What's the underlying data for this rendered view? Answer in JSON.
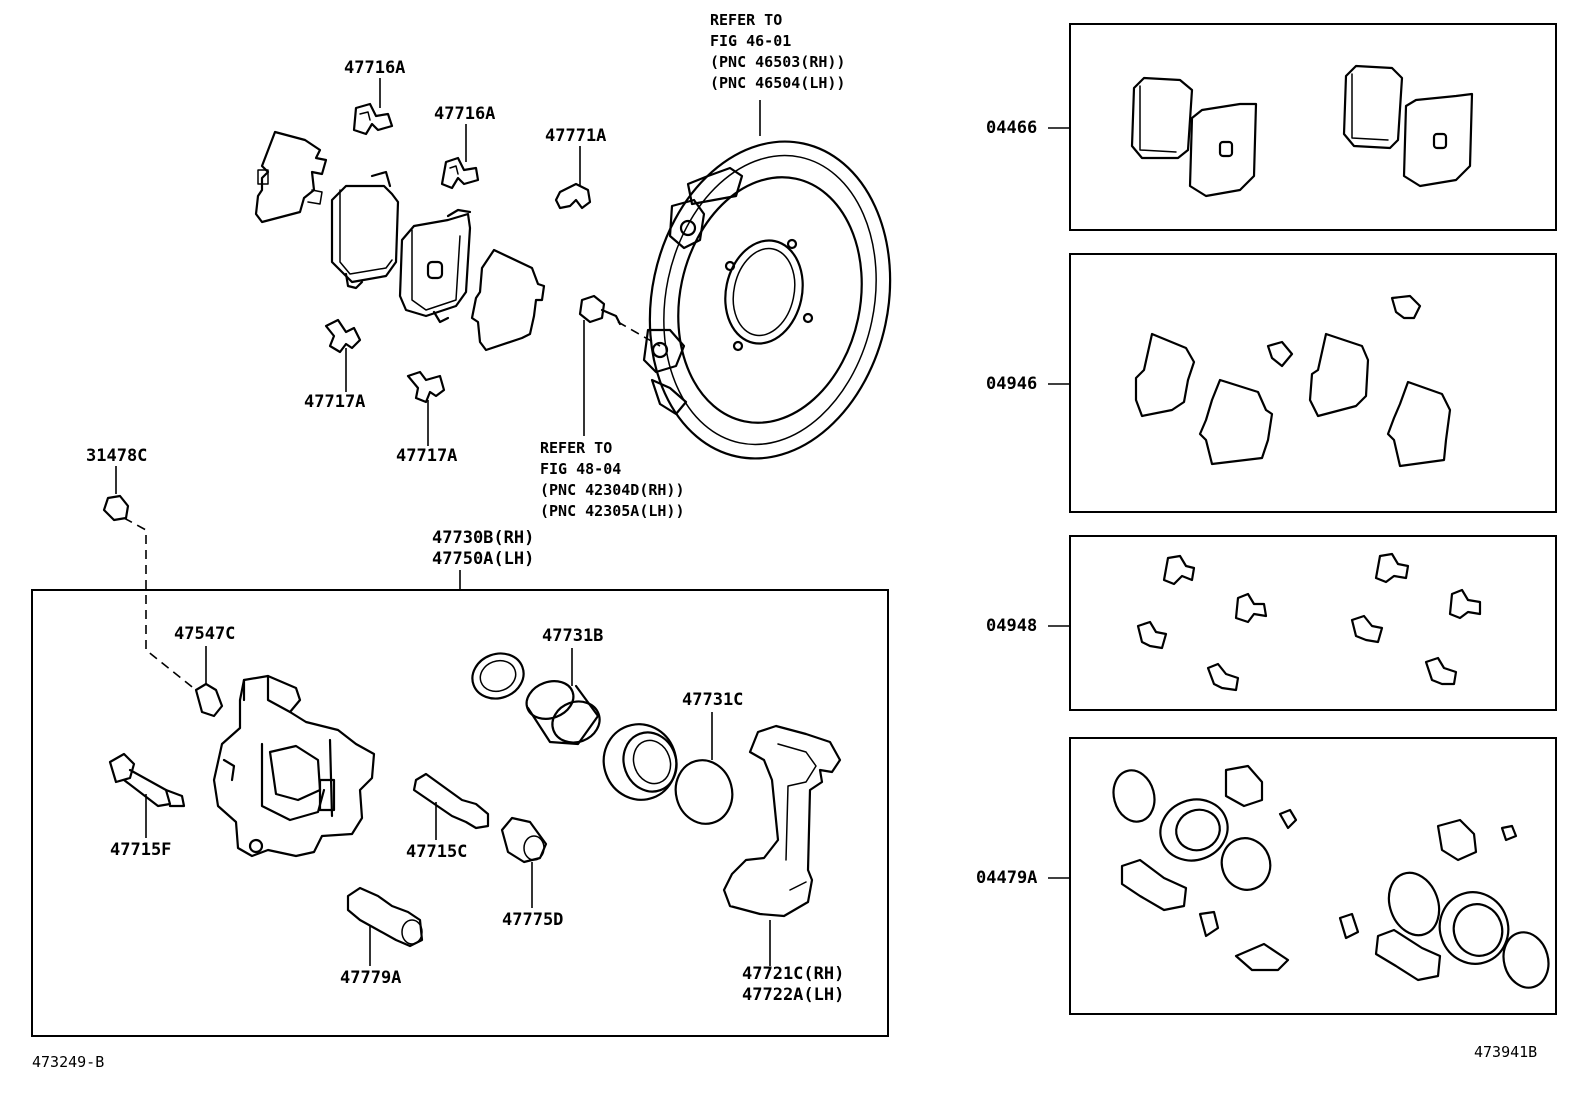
{
  "diagram": {
    "main_parts": {
      "p47716a_1": "47716A",
      "p47716a_2": "47716A",
      "p47771a": "47771A",
      "p47717a_1": "47717A",
      "p47717a_2": "47717A",
      "p31478c": "31478C",
      "backing_plate_ref": [
        "REFER TO",
        "FIG 46-01",
        "(PNC 46503(RH))",
        "(PNC 46504(LH))"
      ],
      "bolt_ref": [
        "REFER TO",
        "FIG 48-04",
        "(PNC 42304D(RH))",
        "(PNC 42305A(LH))"
      ],
      "caliper_assy": [
        "47730B(RH)",
        "47750A(LH)"
      ],
      "p47547c": "47547C",
      "p47731b": "47731B",
      "p47731c": "47731C",
      "p47715f": "47715F",
      "p47715c": "47715C",
      "p47775d": "47775D",
      "p47779a": "47779A",
      "mounting": [
        "47721C(RH)",
        "47722A(LH)"
      ]
    },
    "kits": {
      "k04466": "04466",
      "k04946": "04946",
      "k04948": "04948",
      "k04479a": "04479A"
    },
    "footer": {
      "left_code": "473249-B",
      "right_code": "473941B"
    }
  }
}
